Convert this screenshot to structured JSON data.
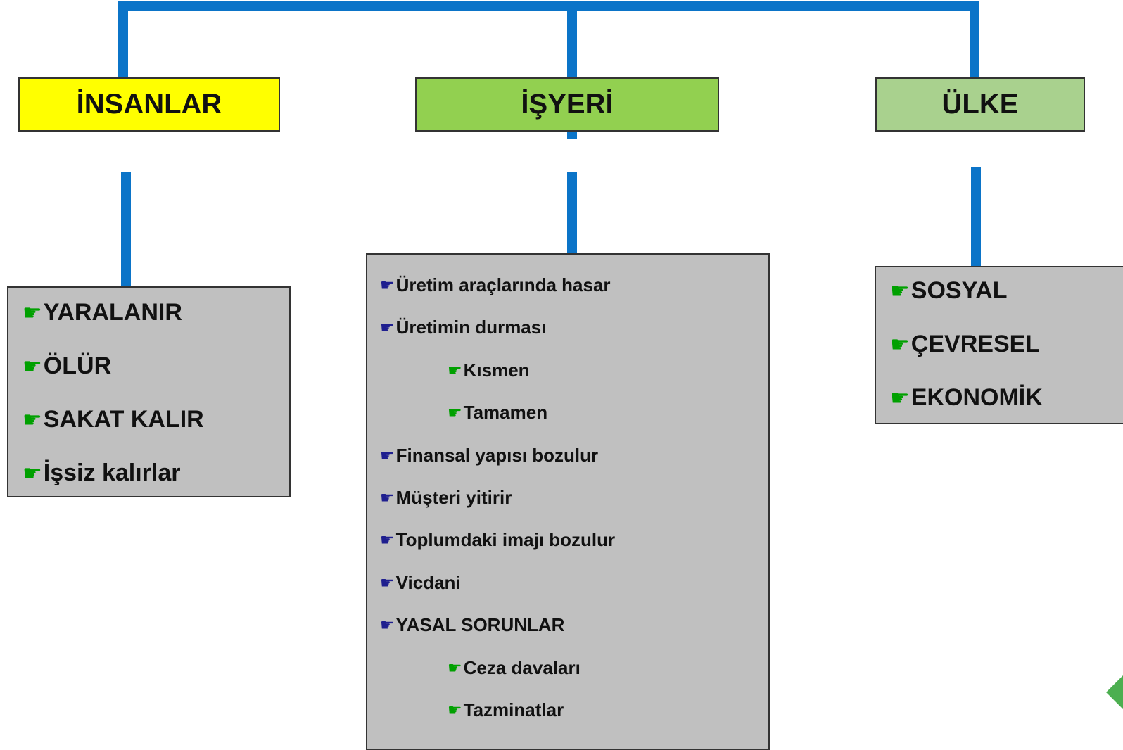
{
  "colors": {
    "connector": "#0b74c8",
    "insanlar_header": "#ffff00",
    "isyeri_header": "#92d050",
    "ulke_header": "#a9d18e",
    "panel": "#c0c0c0",
    "bullet_green": "#00a000",
    "bullet_navy": "#1f1f8f"
  },
  "bullet_icon": "pointing-hand-icon",
  "insanlar": {
    "title": "İNSANLAR",
    "items": [
      "YARALANIR",
      "ÖLÜR",
      "SAKAT KALIR",
      "İşsiz kalırlar"
    ]
  },
  "isyeri": {
    "title": "İŞYERİ",
    "items": [
      {
        "text": "Üretim araçlarında hasar",
        "level": 1
      },
      {
        "text": "Üretimin durması",
        "level": 1
      },
      {
        "text": "Kısmen",
        "level": 2
      },
      {
        "text": "Tamamen",
        "level": 2
      },
      {
        "text": "Finansal yapısı bozulur",
        "level": 1
      },
      {
        "text": "Müşteri yitirir",
        "level": 1
      },
      {
        "text": "Toplumdaki imajı bozulur",
        "level": 1
      },
      {
        "text": "Vicdani",
        "level": 1
      },
      {
        "text": "YASAL SORUNLAR",
        "level": 1
      },
      {
        "text": "Ceza davaları",
        "level": 2
      },
      {
        "text": "Tazminatlar",
        "level": 2
      }
    ]
  },
  "ulke": {
    "title": "ÜLKE",
    "items": [
      "SOSYAL",
      "ÇEVRESEL",
      "EKONOMİK"
    ]
  }
}
